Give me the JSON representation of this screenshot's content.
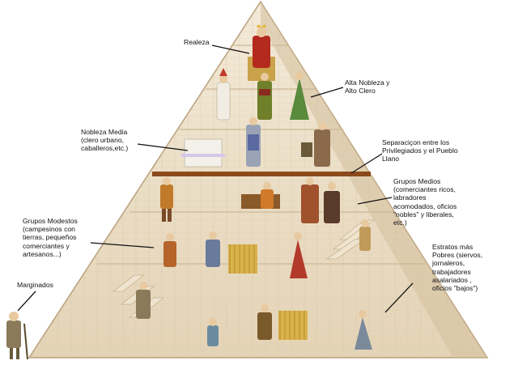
{
  "colors": {
    "background": "#ffffff",
    "pyramid_fill": "#ece0cc",
    "pyramid_edge": "#b89f7a",
    "floor_line": "#d9c8ad",
    "divider": "#8a4a1c",
    "leader": "#111111"
  },
  "labels": {
    "realeza": "Realeza",
    "alta_nobleza": "Alta Nobleza y\nAlto Clero",
    "nobleza_media": "Nobleza Media\n(clero urbano,\ncaballeros,etc.)",
    "separacion": "Separaciçon entre los\nPrivilegiados y el Pueblo\nLlano",
    "grupos_medios": "Grupos Medios\n(comerciantes ricos,\nlabradores\nacomodados, oficios\n\"nobles\" y liberales,\netc.)",
    "grupos_modestos": "Grupos Modestos\n(campesinos con\ntierras, pequeños\ncomerciantes y\nartesanos...)",
    "estratos_pobres": "Estratos más\nPobres (siervos,\njornaleros,\ntrabajadores\nasalariados ,\noficios \"bajos\")",
    "marginados": "Marginados"
  },
  "figures": [
    {
      "name": "king-figure",
      "robe": "#b52a1e"
    },
    {
      "name": "bishop-figure",
      "robe": "#f1ede2"
    },
    {
      "name": "noble-figure",
      "robe": "#6f7f2a"
    },
    {
      "name": "clergy-green-figure",
      "robe": "#5a8a3c"
    },
    {
      "name": "knight-figure",
      "robe": "#9aa3b5"
    },
    {
      "name": "cleric-figure",
      "robe": "#8a6a4a"
    },
    {
      "name": "merchant-figure",
      "robe": "#a0522d"
    },
    {
      "name": "craftsman-figure",
      "robe": "#c07a2a"
    },
    {
      "name": "peasant-figure",
      "robe": "#b5652a"
    },
    {
      "name": "farmer-woman-figure",
      "robe": "#b23a2a"
    },
    {
      "name": "laborer-figure",
      "robe": "#6a7a9a"
    },
    {
      "name": "beggar-figure",
      "robe": "#8a7a5a"
    }
  ]
}
